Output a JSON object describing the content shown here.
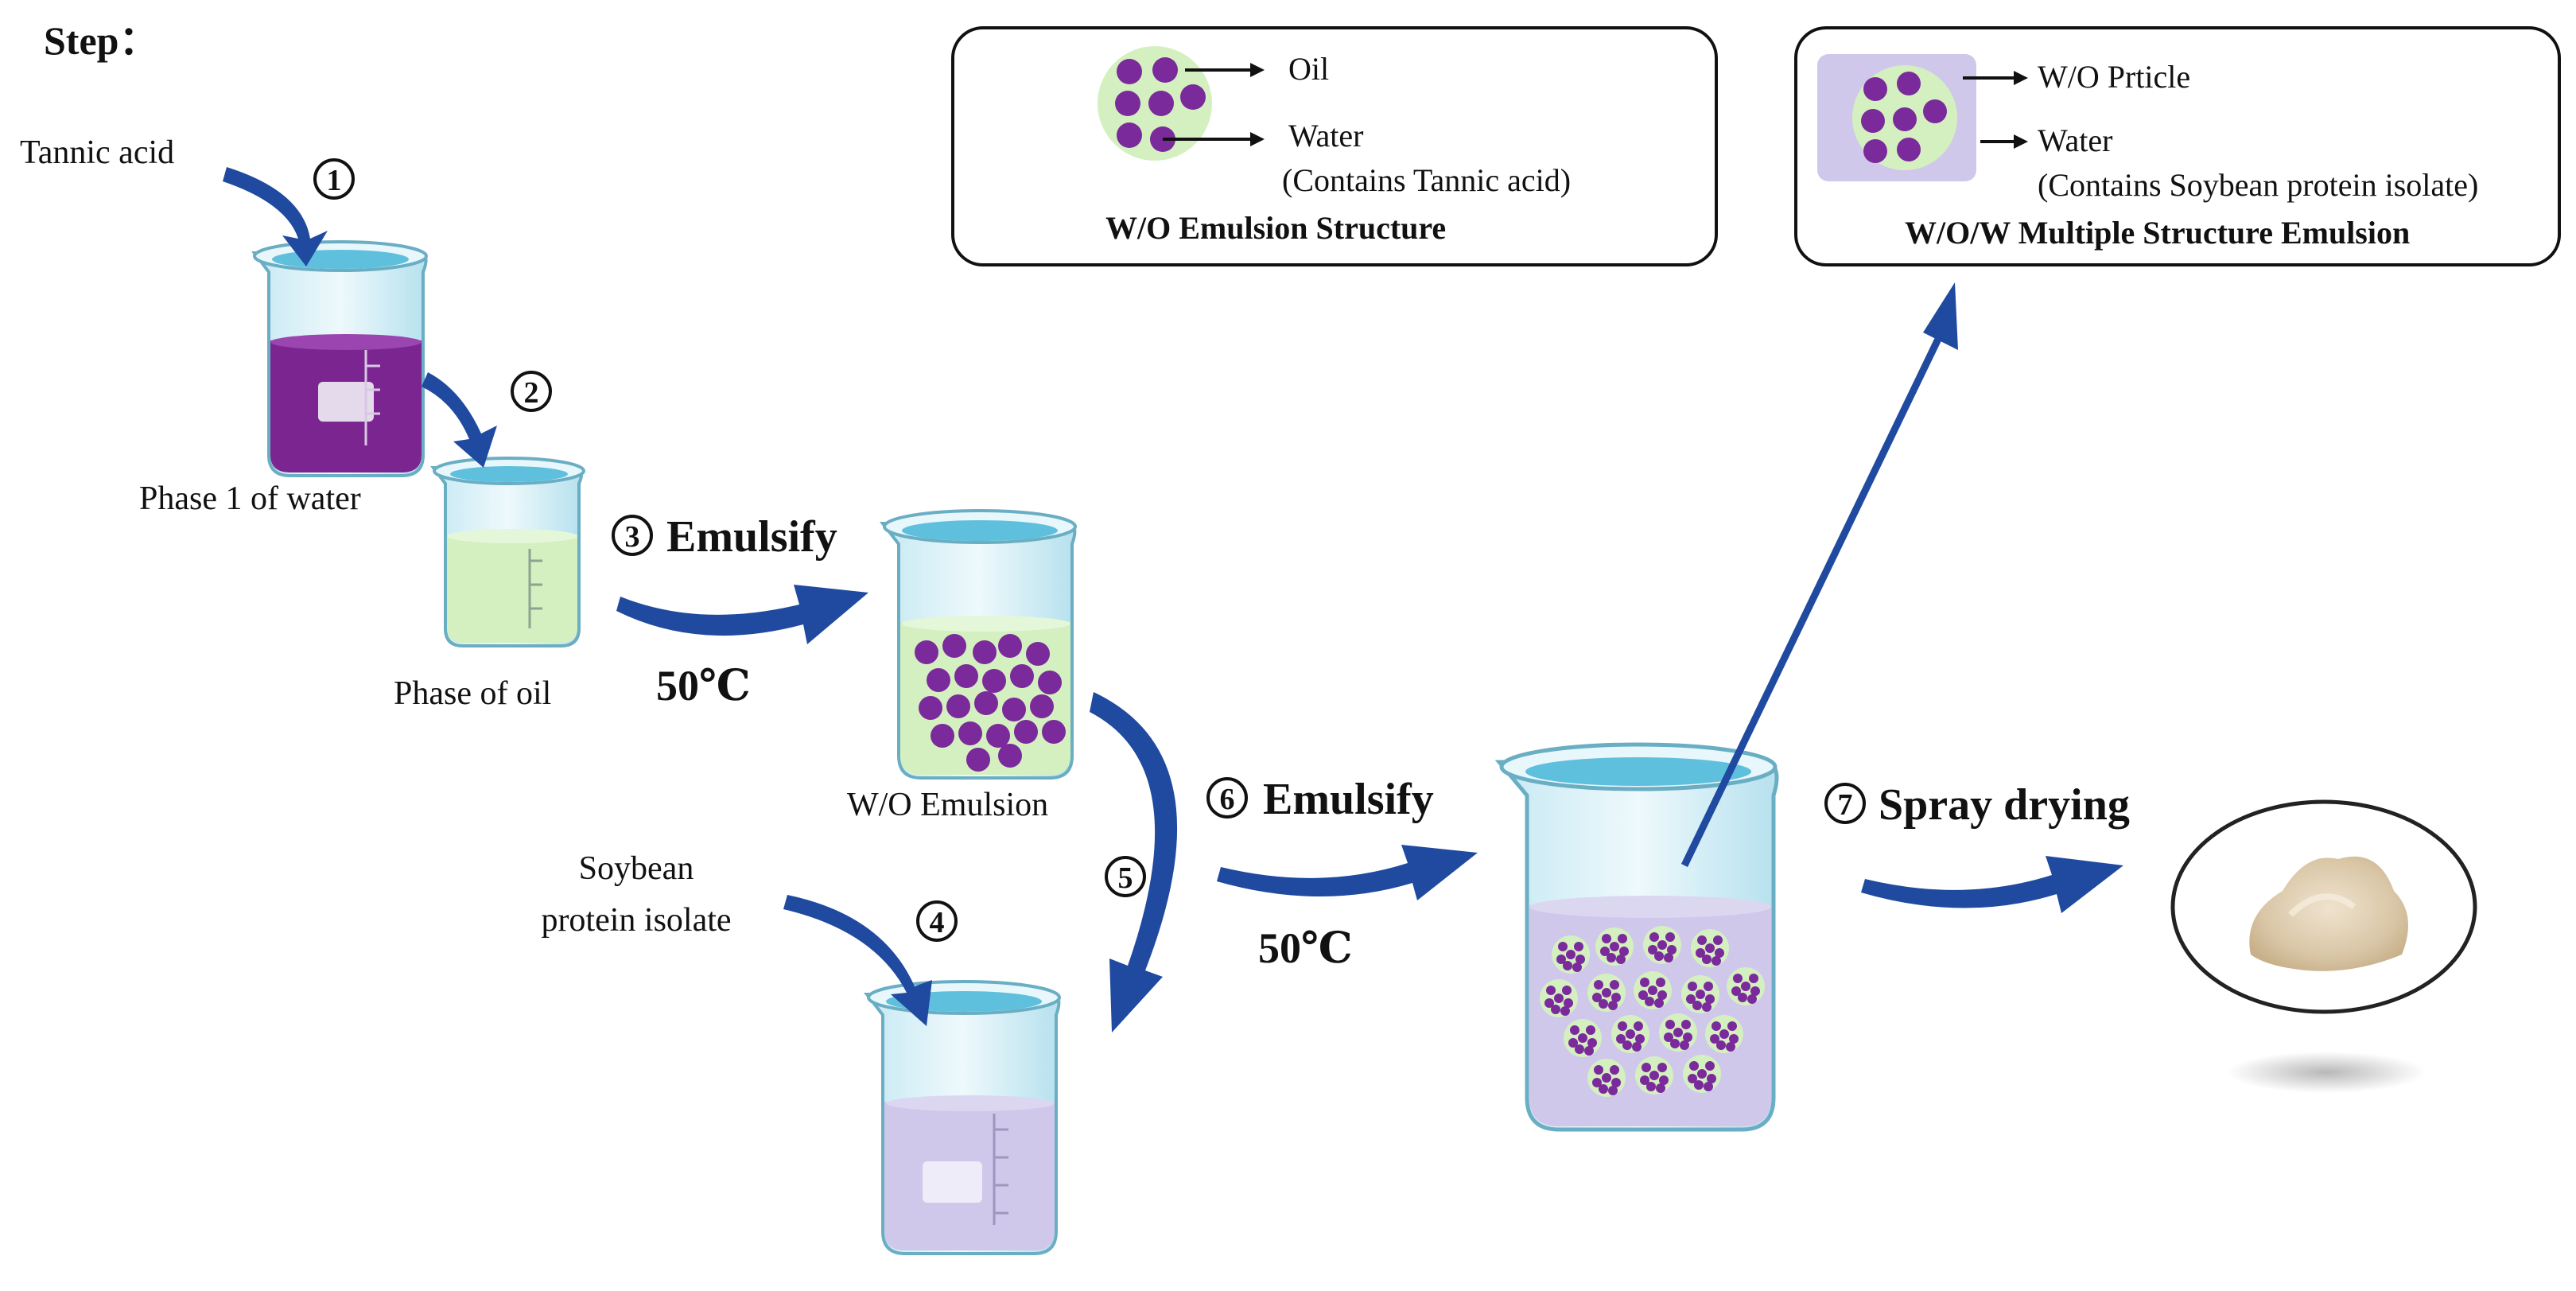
{
  "header": {
    "title": "Step："
  },
  "labels": {
    "tannic_acid": "Tannic acid",
    "phase1_water": "Phase 1 of water",
    "phase_oil": "Phase of oil",
    "wo_emulsion": "W/O Emulsion",
    "soybean_line1": "Soybean",
    "soybean_line2": "protein isolate"
  },
  "steps": [
    {
      "num": "1"
    },
    {
      "num": "2"
    },
    {
      "num": "3",
      "label": "Emulsify",
      "temp": "50℃"
    },
    {
      "num": "4"
    },
    {
      "num": "5"
    },
    {
      "num": "6",
      "label": "Emulsify",
      "temp": "50℃"
    },
    {
      "num": "7",
      "label": "Spray drying"
    }
  ],
  "legend_wo": {
    "title": "W/O Emulsion Structure",
    "oil": "Oil",
    "water": "Water",
    "water_note": "(Contains Tannic acid)"
  },
  "legend_wow": {
    "title": "W/O/W Multiple Structure Emulsion",
    "particle": "W/O Prticle",
    "water": "Water",
    "water_note": "(Contains Soybean protein isolate)"
  },
  "colors": {
    "arrow_blue": "#1f4aa0",
    "droplet_purple": "#7a2a9b",
    "tannic_purple": "#7b2590",
    "oil_green": "#d4f0c0",
    "soy_lavender": "#cfc8ea",
    "water_blue": "#6cc6e0"
  }
}
